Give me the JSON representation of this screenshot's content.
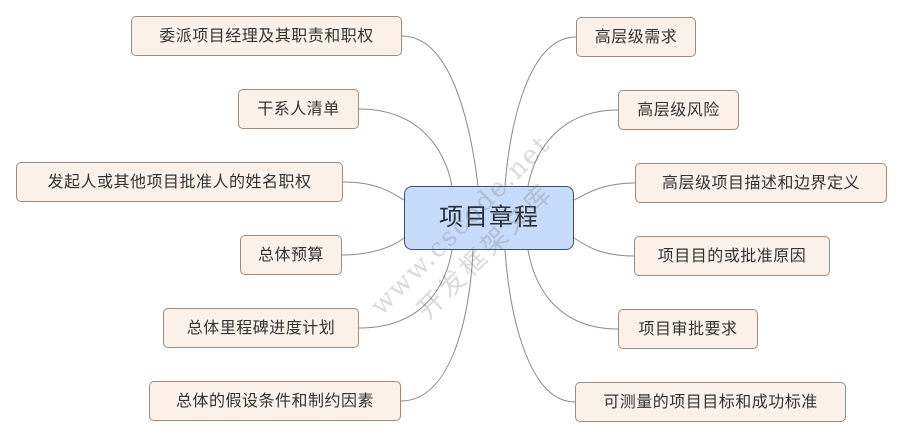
{
  "diagram": {
    "type": "mind-map",
    "root": {
      "label": "项目章程",
      "fill": "#c7dbfb",
      "border": "#3d4f6a"
    },
    "branch_style": {
      "fill": "#fcf1e9",
      "border": "#9c8c80",
      "line": "#8a8a8a"
    },
    "left_branches": [
      {
        "label": "委派项目经理及其职责和职权"
      },
      {
        "label": "干系人清单"
      },
      {
        "label": "发起人或其他项目批准人的姓名职权"
      },
      {
        "label": "总体预算"
      },
      {
        "label": "总体里程碑进度计划"
      },
      {
        "label": "总体的假设条件和制约因素"
      }
    ],
    "right_branches": [
      {
        "label": "高层级需求"
      },
      {
        "label": "高层级风险"
      },
      {
        "label": "高层级项目描述和边界定义"
      },
      {
        "label": "项目目的或批准原因"
      },
      {
        "label": "项目审批要求"
      },
      {
        "label": "可测量的项目目标和成功标准"
      }
    ]
  },
  "watermark": {
    "line1": "www.cscode.net",
    "line2": "开发框架文库"
  }
}
